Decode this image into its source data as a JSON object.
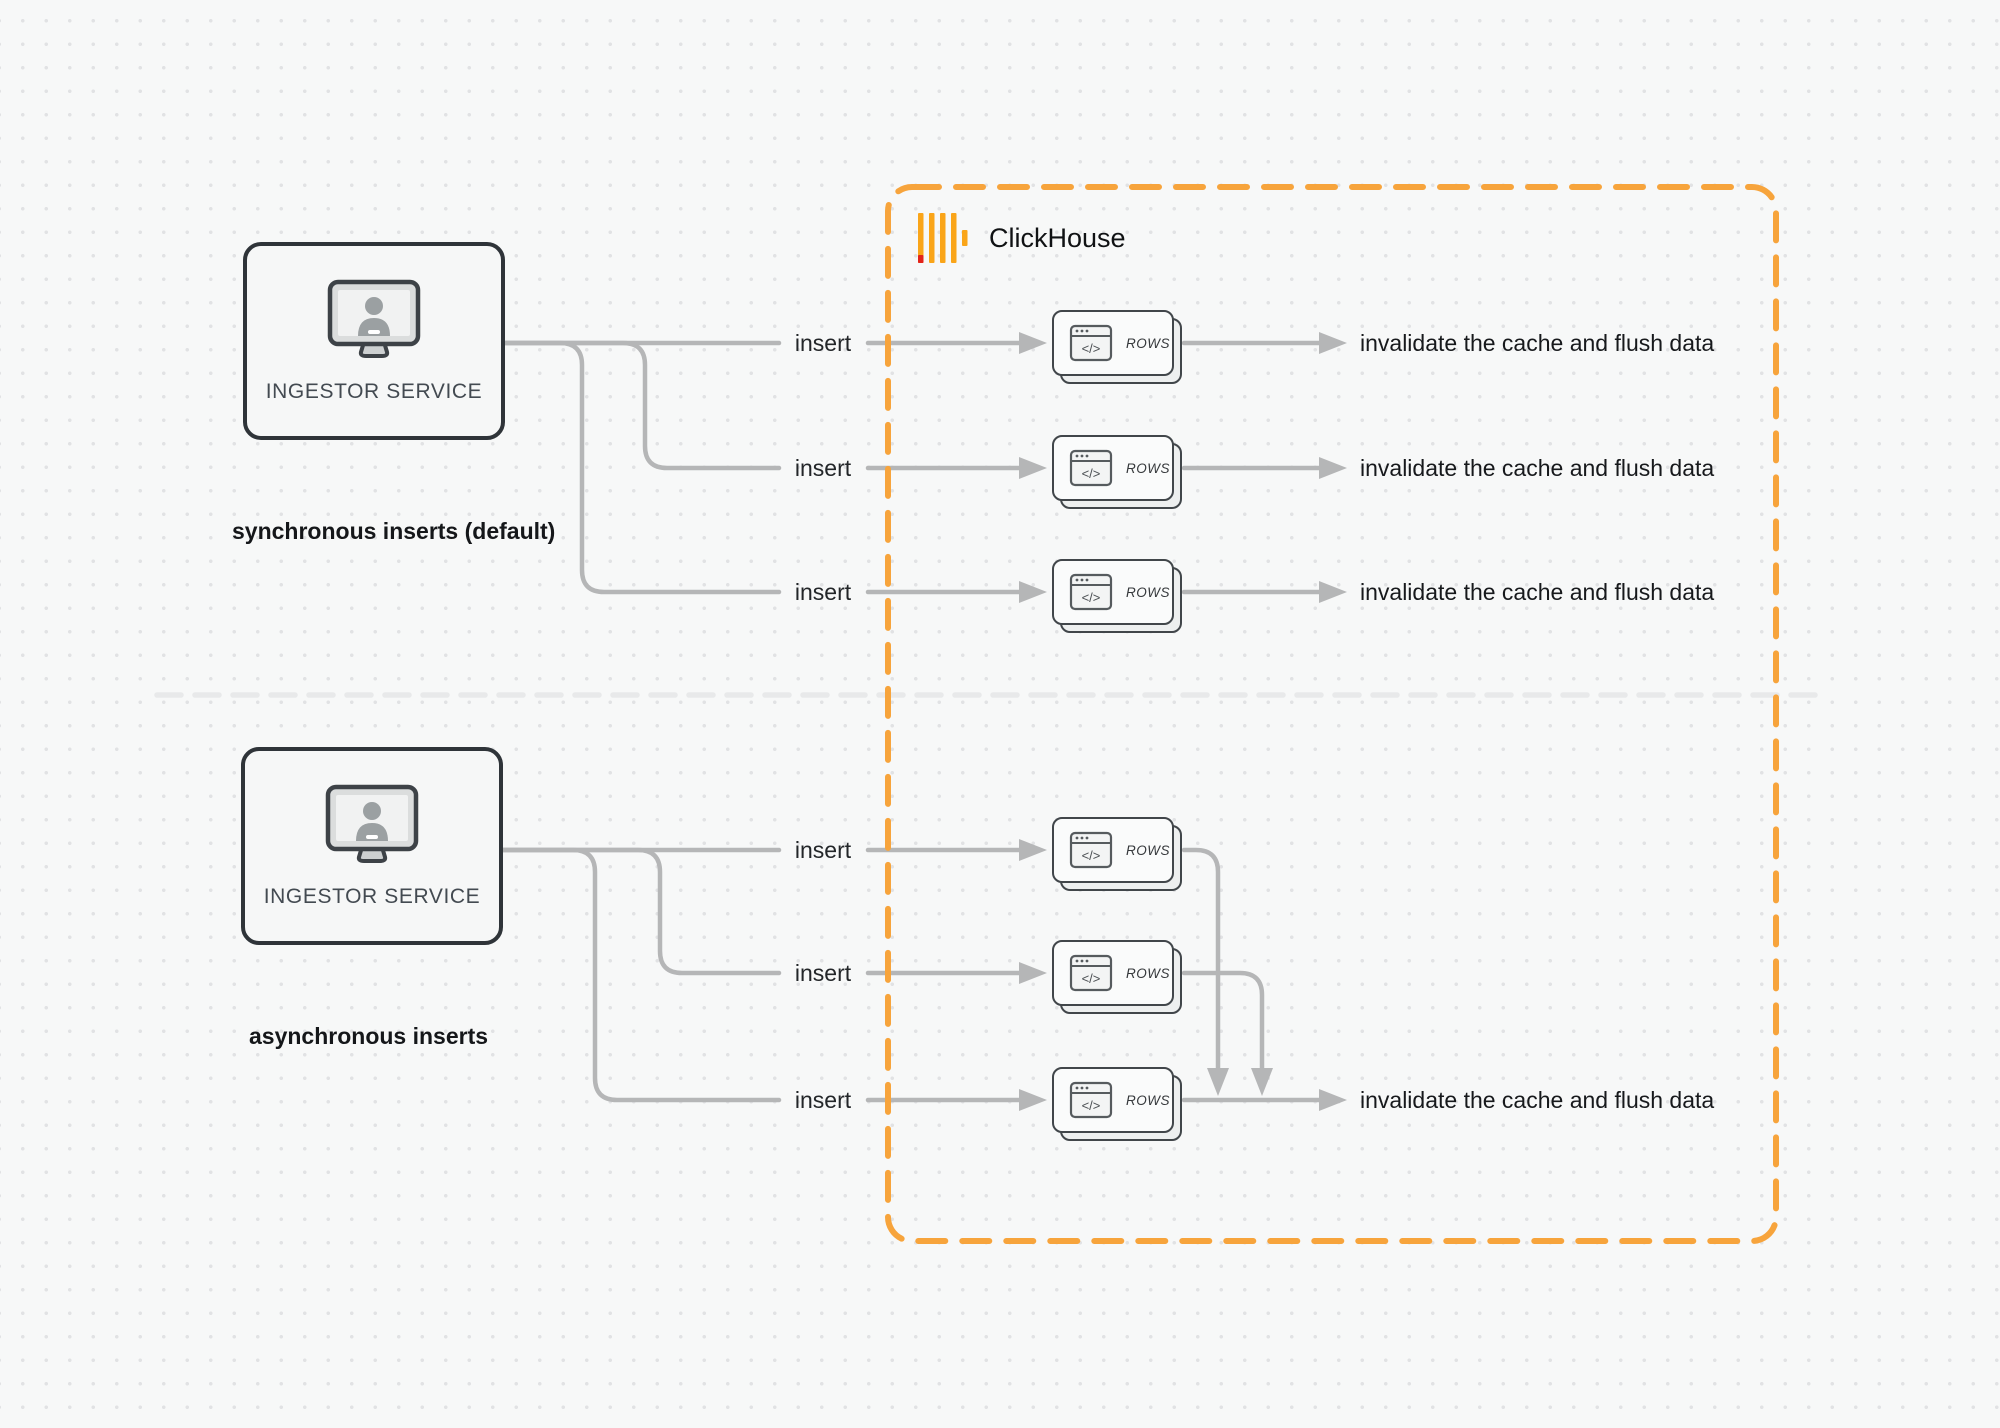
{
  "diagram": {
    "clickhouse": {
      "label": "ClickHouse"
    },
    "sync": {
      "service_label": "INGESTOR SERVICE",
      "caption": "synchronous inserts (default)",
      "rows": [
        {
          "insert": "insert",
          "card": "ROWS",
          "result": "invalidate the cache and flush data"
        },
        {
          "insert": "insert",
          "card": "ROWS",
          "result": "invalidate the cache and flush data"
        },
        {
          "insert": "insert",
          "card": "ROWS",
          "result": "invalidate the cache and flush data"
        }
      ]
    },
    "async": {
      "service_label": "INGESTOR SERVICE",
      "caption": "asynchronous inserts",
      "rows": [
        {
          "insert": "insert",
          "card": "ROWS"
        },
        {
          "insert": "insert",
          "card": "ROWS"
        },
        {
          "insert": "insert",
          "card": "ROWS",
          "result": "invalidate the cache and flush data"
        }
      ]
    },
    "card_icon_glyph": "</>",
    "colors": {
      "accent_orange": "#F7A43C",
      "logo_yellow": "#FAA519",
      "logo_red": "#E3231A",
      "connector_gray": "#B5B6B7",
      "divider_gray": "#E8E9EA"
    }
  }
}
